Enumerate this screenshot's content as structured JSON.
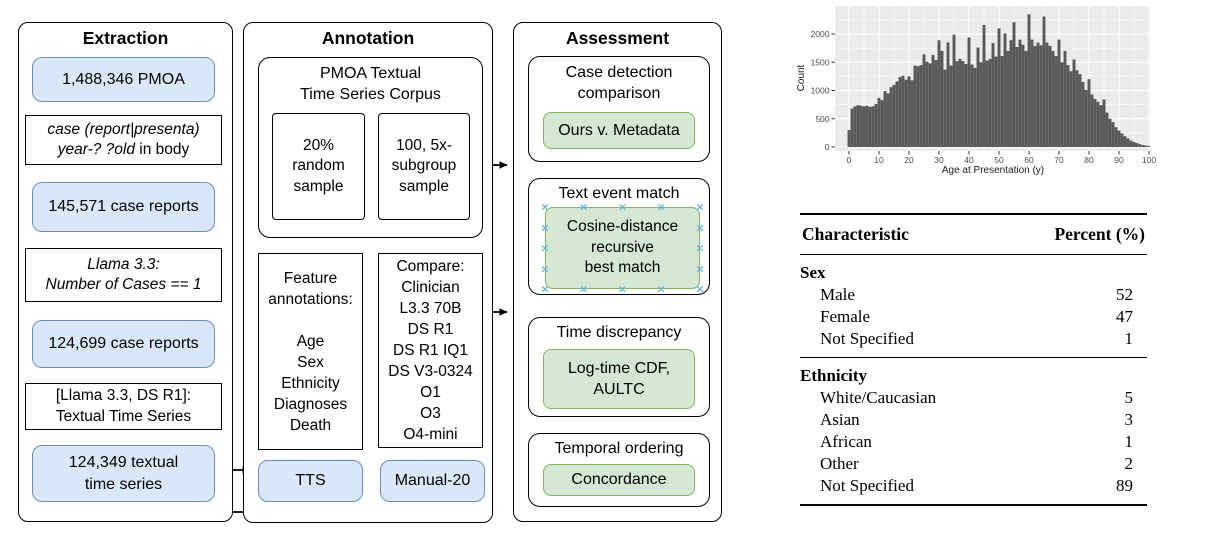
{
  "colors": {
    "node_blue_fill": "#dae8fc",
    "node_blue_stroke": "#6c8ebf",
    "node_green_fill": "#d5e8d4",
    "node_green_stroke": "#82b366",
    "selection_handle_blue": "#64b1e4",
    "hist_bar": "#595959",
    "hist_panel": "#ebebeb",
    "hist_tick_text": "#4d4d4d"
  },
  "flow": {
    "extraction": {
      "title": "Extraction",
      "pmoa": "1,488,346 PMOA",
      "regex_italic": "case (report|presenta)\nyear-? ?old",
      "regex_normal": " in body",
      "reports1": "145,571 case reports",
      "llama_filter": "Llama 3.3:\nNumber of Cases == 1",
      "reports2": "124,699 case reports",
      "tts_extract": "[Llama 3.3, DS R1]:\nTextual Time Series",
      "tts_count": "124,349 textual\ntime series"
    },
    "annotation": {
      "title": "Annotation",
      "corpus_label": "PMOA Textual\nTime Series Corpus",
      "sample_random": "20%\nrandom\nsample",
      "sample_subgroup": "100, 5x-\nsubgroup\nsample",
      "features": "Feature\nannotations:\n\nAge\nSex\nEthnicity\nDiagnoses\nDeath",
      "compare": "Compare:\nClinician\nL3.3 70B\nDS R1\nDS R1 IQ1\nDS V3-0324\nO1\nO3\nO4-mini",
      "tts": "TTS",
      "manual": "Manual-20"
    },
    "assessment": {
      "title": "Assessment",
      "case_detection": "Case detection\ncomparison",
      "case_detection_method": "Ours v. Metadata",
      "text_event": "Text event match",
      "text_event_method": "Cosine-distance\nrecursive\nbest match",
      "time_discrepancy": "Time discrepancy",
      "time_method": "Log-time CDF,\nAULTC",
      "temporal": "Temporal ordering",
      "temporal_method": "Concordance"
    }
  },
  "chart_data": {
    "type": "bar",
    "title": "",
    "xlabel": "Age at Presentation (y)",
    "ylabel": "Count",
    "xticks": [
      0,
      10,
      20,
      30,
      40,
      50,
      60,
      70,
      80,
      90,
      100
    ],
    "yticks": [
      0,
      500,
      1000,
      1500,
      2000
    ],
    "ylim": [
      0,
      2460
    ],
    "grid": "ggplot-white-on-gray",
    "legend": "none",
    "ages": [
      0,
      1,
      2,
      3,
      4,
      5,
      6,
      7,
      8,
      9,
      10,
      11,
      12,
      13,
      14,
      15,
      16,
      17,
      18,
      19,
      20,
      21,
      22,
      23,
      24,
      25,
      26,
      27,
      28,
      29,
      30,
      31,
      32,
      33,
      34,
      35,
      36,
      37,
      38,
      39,
      40,
      41,
      42,
      43,
      44,
      45,
      46,
      47,
      48,
      49,
      50,
      51,
      52,
      53,
      54,
      55,
      56,
      57,
      58,
      59,
      60,
      61,
      62,
      63,
      64,
      65,
      66,
      67,
      68,
      69,
      70,
      71,
      72,
      73,
      74,
      75,
      76,
      77,
      78,
      79,
      80,
      81,
      82,
      83,
      84,
      85,
      86,
      87,
      88,
      89,
      90,
      91,
      92,
      93,
      94,
      95,
      96,
      97,
      98,
      99,
      100
    ],
    "values": [
      300,
      680,
      720,
      740,
      730,
      720,
      730,
      710,
      720,
      760,
      870,
      830,
      990,
      950,
      1060,
      1100,
      1160,
      1240,
      1260,
      1190,
      1250,
      1180,
      1440,
      1430,
      1450,
      1640,
      1510,
      1480,
      1630,
      1540,
      1890,
      1700,
      1370,
      1850,
      1440,
      1990,
      1520,
      1560,
      1520,
      1470,
      1940,
      1460,
      1400,
      1760,
      1500,
      2160,
      1530,
      1560,
      1840,
      1600,
      2100,
      1610,
      2010,
      1700,
      1890,
      2210,
      1770,
      1900,
      1810,
      1700,
      2350,
      1900,
      1790,
      1850,
      1800,
      2310,
      1850,
      1790,
      1700,
      1610,
      1900,
      1500,
      1700,
      1450,
      1340,
      1550,
      1360,
      1290,
      1150,
      1010,
      1200,
      930,
      850,
      800,
      740,
      840,
      610,
      500,
      440,
      350,
      290,
      240,
      190,
      150,
      115,
      90,
      70,
      50,
      35,
      25,
      15
    ]
  },
  "table": {
    "col1": "Characteristic",
    "col2": "Percent (%)",
    "sections": [
      {
        "header": "Sex",
        "rows": [
          [
            "Male",
            "52"
          ],
          [
            "Female",
            "47"
          ],
          [
            "Not Specified",
            "1"
          ]
        ]
      },
      {
        "header": "Ethnicity",
        "rows": [
          [
            "White/Caucasian",
            "5"
          ],
          [
            "Asian",
            "3"
          ],
          [
            "African",
            "1"
          ],
          [
            "Other",
            "2"
          ],
          [
            "Not Specified",
            "89"
          ]
        ]
      }
    ]
  }
}
